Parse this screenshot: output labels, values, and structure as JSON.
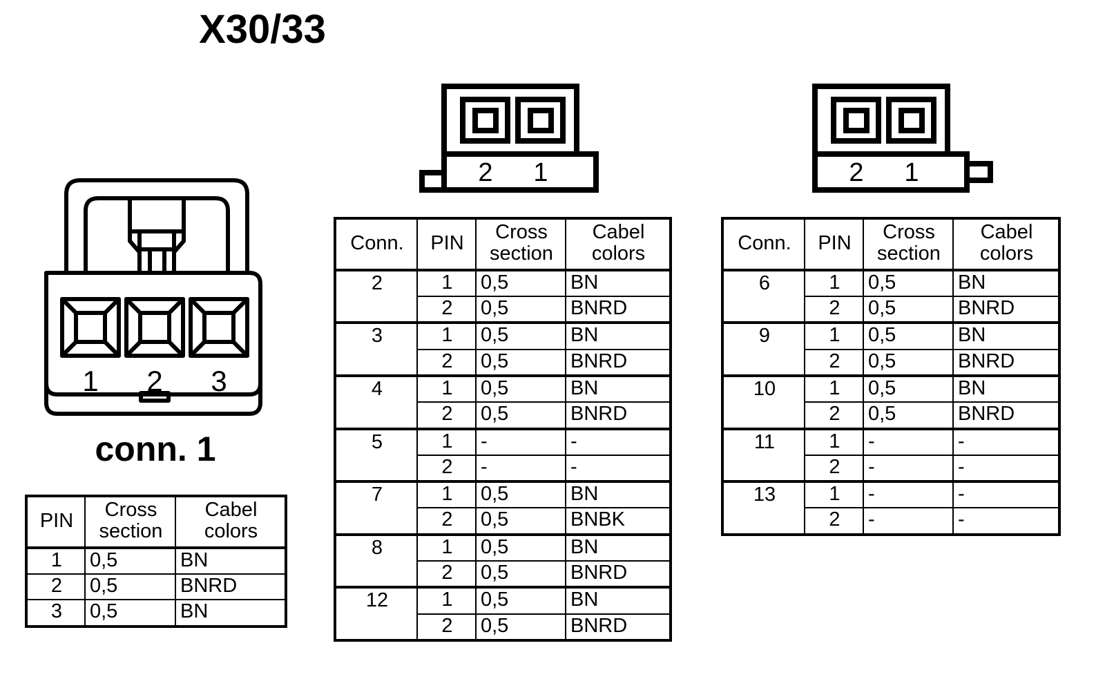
{
  "title": "X30/33",
  "connector1": {
    "label": "conn. 1",
    "pin_labels": [
      "1",
      "2",
      "3"
    ],
    "icon": "3-pin-connector-front-view"
  },
  "connector_icons": {
    "middle": {
      "name": "2-pin-connector-with-bottom-left-tab",
      "pin_labels": [
        "2",
        "1"
      ]
    },
    "right": {
      "name": "2-pin-connector-with-right-side-tab",
      "pin_labels": [
        "2",
        "1"
      ]
    }
  },
  "left_table": {
    "headers": [
      "PIN",
      "Cross section",
      "Cabel colors"
    ],
    "header_lines": [
      [
        "PIN"
      ],
      [
        "Cross",
        "section"
      ],
      [
        "Cabel",
        "colors"
      ]
    ],
    "rows": [
      {
        "pin": "1",
        "cross_section": "0,5",
        "cabel_colors": "BN"
      },
      {
        "pin": "2",
        "cross_section": "0,5",
        "cabel_colors": "BNRD"
      },
      {
        "pin": "3",
        "cross_section": "0,5",
        "cabel_colors": "BN"
      }
    ]
  },
  "middle_table": {
    "headers": [
      "Conn.",
      "PIN",
      "Cross section",
      "Cabel colors"
    ],
    "header_lines": [
      [
        "Conn."
      ],
      [
        "PIN"
      ],
      [
        "Cross",
        "section"
      ],
      [
        "Cabel",
        "colors"
      ]
    ],
    "groups": [
      {
        "conn": "2",
        "pins": [
          {
            "pin": "1",
            "cross_section": "0,5",
            "cabel_colors": "BN"
          },
          {
            "pin": "2",
            "cross_section": "0,5",
            "cabel_colors": "BNRD"
          }
        ]
      },
      {
        "conn": "3",
        "pins": [
          {
            "pin": "1",
            "cross_section": "0,5",
            "cabel_colors": "BN"
          },
          {
            "pin": "2",
            "cross_section": "0,5",
            "cabel_colors": "BNRD"
          }
        ]
      },
      {
        "conn": "4",
        "pins": [
          {
            "pin": "1",
            "cross_section": "0,5",
            "cabel_colors": "BN"
          },
          {
            "pin": "2",
            "cross_section": "0,5",
            "cabel_colors": "BNRD"
          }
        ]
      },
      {
        "conn": "5",
        "pins": [
          {
            "pin": "1",
            "cross_section": "-",
            "cabel_colors": "-"
          },
          {
            "pin": "2",
            "cross_section": "-",
            "cabel_colors": "-"
          }
        ]
      },
      {
        "conn": "7",
        "pins": [
          {
            "pin": "1",
            "cross_section": "0,5",
            "cabel_colors": "BN"
          },
          {
            "pin": "2",
            "cross_section": "0,5",
            "cabel_colors": "BNBK"
          }
        ]
      },
      {
        "conn": "8",
        "pins": [
          {
            "pin": "1",
            "cross_section": "0,5",
            "cabel_colors": "BN"
          },
          {
            "pin": "2",
            "cross_section": "0,5",
            "cabel_colors": "BNRD"
          }
        ]
      },
      {
        "conn": "12",
        "pins": [
          {
            "pin": "1",
            "cross_section": "0,5",
            "cabel_colors": "BN"
          },
          {
            "pin": "2",
            "cross_section": "0,5",
            "cabel_colors": "BNRD"
          }
        ]
      }
    ]
  },
  "right_table": {
    "headers": [
      "Conn.",
      "PIN",
      "Cross section",
      "Cabel colors"
    ],
    "header_lines": [
      [
        "Conn."
      ],
      [
        "PIN"
      ],
      [
        "Cross",
        "section"
      ],
      [
        "Cabel",
        "colors"
      ]
    ],
    "groups": [
      {
        "conn": "6",
        "pins": [
          {
            "pin": "1",
            "cross_section": "0,5",
            "cabel_colors": "BN"
          },
          {
            "pin": "2",
            "cross_section": "0,5",
            "cabel_colors": "BNRD"
          }
        ]
      },
      {
        "conn": "9",
        "pins": [
          {
            "pin": "1",
            "cross_section": "0,5",
            "cabel_colors": "BN"
          },
          {
            "pin": "2",
            "cross_section": "0,5",
            "cabel_colors": "BNRD"
          }
        ]
      },
      {
        "conn": "10",
        "pins": [
          {
            "pin": "1",
            "cross_section": "0,5",
            "cabel_colors": "BN"
          },
          {
            "pin": "2",
            "cross_section": "0,5",
            "cabel_colors": "BNRD"
          }
        ]
      },
      {
        "conn": "11",
        "pins": [
          {
            "pin": "1",
            "cross_section": "-",
            "cabel_colors": "-"
          },
          {
            "pin": "2",
            "cross_section": "-",
            "cabel_colors": "-"
          }
        ]
      },
      {
        "conn": "13",
        "pins": [
          {
            "pin": "1",
            "cross_section": "-",
            "cabel_colors": "-"
          },
          {
            "pin": "2",
            "cross_section": "-",
            "cabel_colors": "-"
          }
        ]
      }
    ]
  },
  "colors": {
    "ink": "#000000",
    "paper": "#ffffff"
  }
}
